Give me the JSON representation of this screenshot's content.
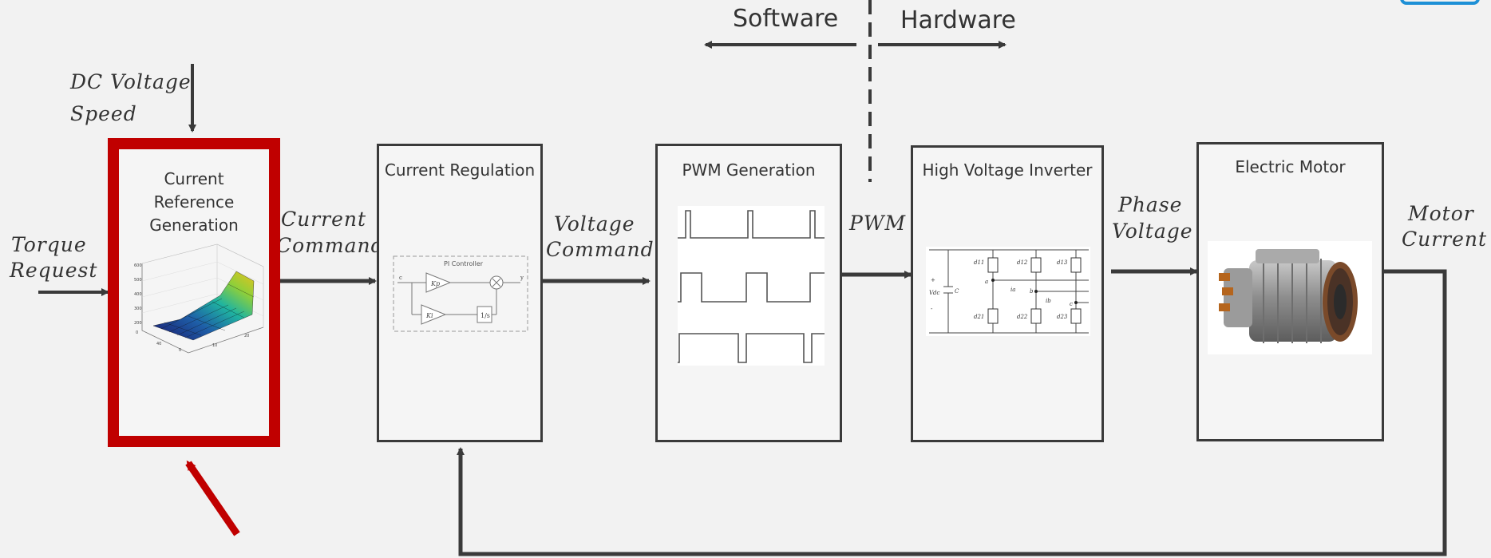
{
  "header": {
    "software_label": "Software",
    "hardware_label": "Hardware"
  },
  "blocks": {
    "current_reference": {
      "title_line1": "Current",
      "title_line2": "Reference",
      "title_line3": "Generation"
    },
    "current_regulation": {
      "title": "Current Regulation",
      "pi_label": "PI Controller"
    },
    "pwm_generation": {
      "title": "PWM Generation"
    },
    "inverter": {
      "title": "High Voltage Inverter"
    },
    "motor": {
      "title": "Electric Motor"
    }
  },
  "signals": {
    "dc_voltage": "DC Voltage",
    "speed": "Speed",
    "torque_request_1": "Torque",
    "torque_request_2": "Request",
    "current_command_1": "Current",
    "current_command_2": "Command",
    "voltage_command_1": "Voltage",
    "voltage_command_2": "Command",
    "pwm": "PWM",
    "phase_voltage_1": "Phase",
    "phase_voltage_2": "Voltage",
    "motor_current_1": "Motor",
    "motor_current_2": "Current"
  },
  "colors": {
    "highlight": "#c00000",
    "line": "#3a3a3a",
    "background": "#f2f2f2"
  }
}
